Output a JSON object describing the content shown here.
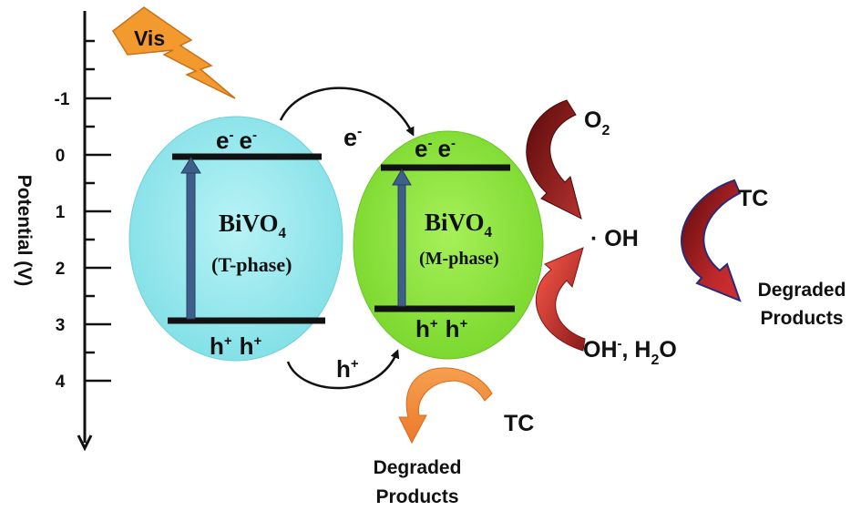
{
  "axis": {
    "label": "Potential (V)",
    "ticks": [
      "-1",
      "0",
      "1",
      "2",
      "3",
      "4"
    ]
  },
  "light": {
    "label": "Vis"
  },
  "t_phase": {
    "name_main": "BiVO",
    "name_sub": "4",
    "phase": "(T-phase)",
    "electrons": [
      {
        "base": "e",
        "sup": "-"
      },
      {
        "base": "e",
        "sup": "-"
      }
    ],
    "holes": [
      {
        "base": "h",
        "sup": "+"
      },
      {
        "base": "h",
        "sup": "+"
      }
    ]
  },
  "m_phase": {
    "name_main": "BiVO",
    "name_sub": "4",
    "phase": "(M-phase)",
    "electrons": [
      {
        "base": "e",
        "sup": "-"
      },
      {
        "base": "e",
        "sup": "-"
      }
    ],
    "holes": [
      {
        "base": "h",
        "sup": "+"
      },
      {
        "base": "h",
        "sup": "+"
      }
    ]
  },
  "transfer": {
    "electron": {
      "base": "e",
      "sup": "-"
    },
    "hole": {
      "base": "h",
      "sup": "+"
    }
  },
  "reactions": {
    "o2": {
      "base": "O",
      "sub": "2"
    },
    "oh_radical": "· OH",
    "oh_water": {
      "part1": "OH",
      "sup": "-",
      "part2": ", H",
      "sub": "2",
      "part3": "O"
    },
    "tc_right": "TC",
    "degraded_right": [
      "Degraded",
      "Products"
    ],
    "tc_bottom": "TC",
    "degraded_bottom": [
      "Degraded",
      "Products"
    ]
  },
  "colors": {
    "t_phase_fill": "#8fe6ec",
    "m_phase_fill": "#8fe33a",
    "band_line": "#111111",
    "excitation_arrow": "#3e5f8a",
    "dark_red_arrow": "#7a1515",
    "red_arrow": "#e03030",
    "orange_arrow": "#f0883a",
    "vis_bolt": "#f29a2e"
  }
}
